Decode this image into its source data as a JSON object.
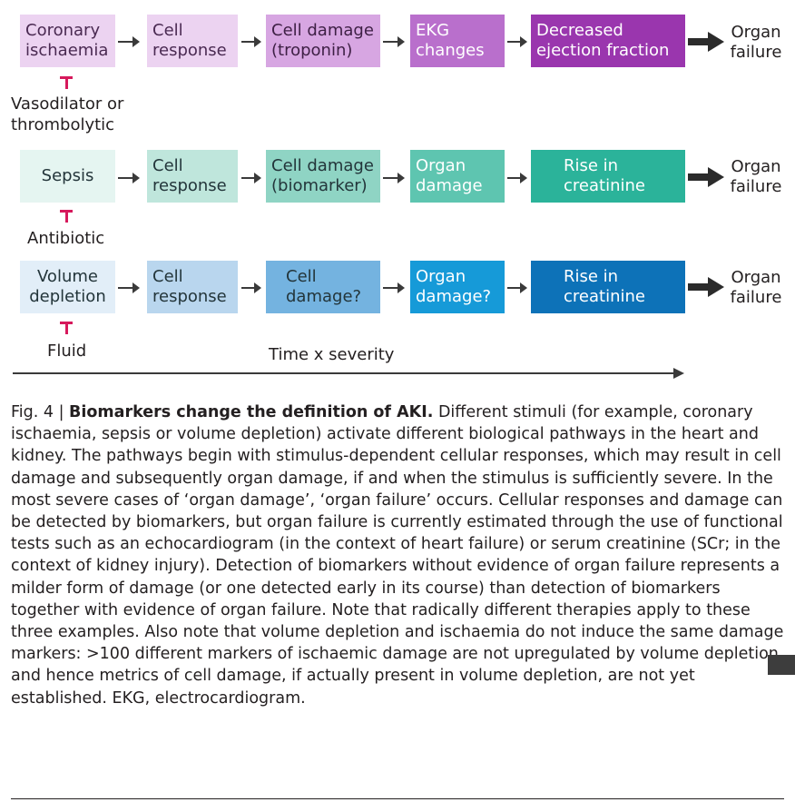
{
  "rows": [
    {
      "boxes": [
        {
          "label": "Coronary\nischaemia",
          "color": "#ecd3f1",
          "text": "#4a2a52"
        },
        {
          "label": "Cell\nresponse",
          "color": "#ecd3f1",
          "text": "#4a2a52"
        },
        {
          "label": "Cell damage\n(troponin)",
          "color": "#d7a6e2",
          "text": "#3e2045"
        },
        {
          "label": "EKG\nchanges",
          "color": "#b96fcc",
          "text": "#ffffff"
        },
        {
          "label": "Decreased\nejection fraction",
          "color": "#9a36ae",
          "text": "#ffffff"
        }
      ],
      "outcome": "Organ\nfailure",
      "therapy": "Vasodilator or\nthrombolytic"
    },
    {
      "boxes": [
        {
          "label": "Sepsis",
          "color": "#e5f5f1",
          "text": "#23353a"
        },
        {
          "label": "Cell\nresponse",
          "color": "#bfe6dc",
          "text": "#23353a"
        },
        {
          "label": "Cell damage\n(biomarker)",
          "color": "#8fd4c4",
          "text": "#23353a"
        },
        {
          "label": "Organ\ndamage",
          "color": "#5ec5b0",
          "text": "#ffffff"
        },
        {
          "label": "Rise in\ncreatinine",
          "color": "#2bb39a",
          "text": "#ffffff"
        }
      ],
      "outcome": "Organ\nfailure",
      "therapy": "Antibiotic"
    },
    {
      "boxes": [
        {
          "label": "Volume\ndepletion",
          "color": "#e2eef8",
          "text": "#23353a"
        },
        {
          "label": "Cell\nresponse",
          "color": "#b9d6ee",
          "text": "#23353a"
        },
        {
          "label": "Cell\ndamage?",
          "color": "#74b3e0",
          "text": "#23353a"
        },
        {
          "label": "Organ\ndamage?",
          "color": "#169ad8",
          "text": "#ffffff"
        },
        {
          "label": "Rise in\ncreatinine",
          "color": "#0d72b8",
          "text": "#ffffff"
        }
      ],
      "outcome": "Organ\nfailure",
      "therapy": "Fluid"
    }
  ],
  "timeline": {
    "label": "Time x severity"
  },
  "caption": {
    "fig": "Fig. 4 | ",
    "title": "Biomarkers change the definition of AKI.",
    "body": " Different stimuli (for example, coronary ischaemia, sepsis or volume depletion) activate different biological pathways in the heart and kidney. The pathways begin with stimulus-dependent cellular responses, which may result in cell damage and subsequently organ damage, if and when the stimulus is sufficiently severe. In the most severe cases of ‘organ damage’, ‘organ failure’ occurs. Cellular responses and damage can be detected by biomarkers, but organ failure is currently estimated through the use of functional tests such as an echocardiogram (in the context of heart failure) or serum creatinine (SCr; in the context of kidney injury). Detection of biomarkers without evidence of organ failure represents a milder form of damage (or one detected early in its course) than detection of biomarkers together with evidence of organ failure. Note that radically different therapies apply to these three examples. Also note that volume depletion and ischaemia do not induce the same damage markers: >100 different markers of ischaemic damage are not upregulated by volume depletion, and hence metrics of cell damage, if actually present in volume depletion, are not yet established. EKG, electrocardiogram."
  },
  "colors": {
    "inhibitor": "#d6195c",
    "arrow": "#3a3a3a"
  }
}
